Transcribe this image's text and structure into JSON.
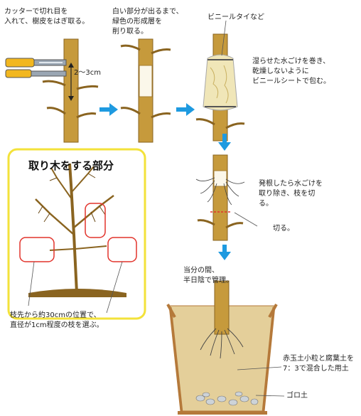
{
  "labels": {
    "step1_instruction": "カッターで切れ目を\n入れて、樹皮をはぎ取る。",
    "step1_measure": "2〜3cm",
    "step2_instruction": "白い部分が出るまで、\n緑色の形成層を\n削り取る。",
    "step3_tie": "ビニールタイなど",
    "step3_instruction": "湿らせた水ごけを巻き、\n乾燥しないように\nビニールシートで包む。",
    "step4_instruction": "発根したら水ごけを\n取り除き、枝を切\nる。",
    "step4_cut": "切る。",
    "step5_instruction": "当分の間、\n半日陰で管理。",
    "soil_mix": "赤玉土小粒と腐葉土を\n7：3で混合した用土",
    "gravel": "ゴロ土",
    "inset_title": "取り木をする部分",
    "inset_caption": "枝先から約30cmの位置で、\n直径が1cm程度の枝を選ぶ。"
  },
  "colors": {
    "bark": "#c69a3c",
    "bark_dark": "#8a6420",
    "arrow_blue": "#1e9ae0",
    "frame_yellow": "#f3e23a",
    "highlight_red": "#e2332b",
    "soil": "#e4cf9a",
    "pot": "#b5793a",
    "cutter_yellow": "#f2b71f",
    "moss": "#f0e6b8"
  }
}
